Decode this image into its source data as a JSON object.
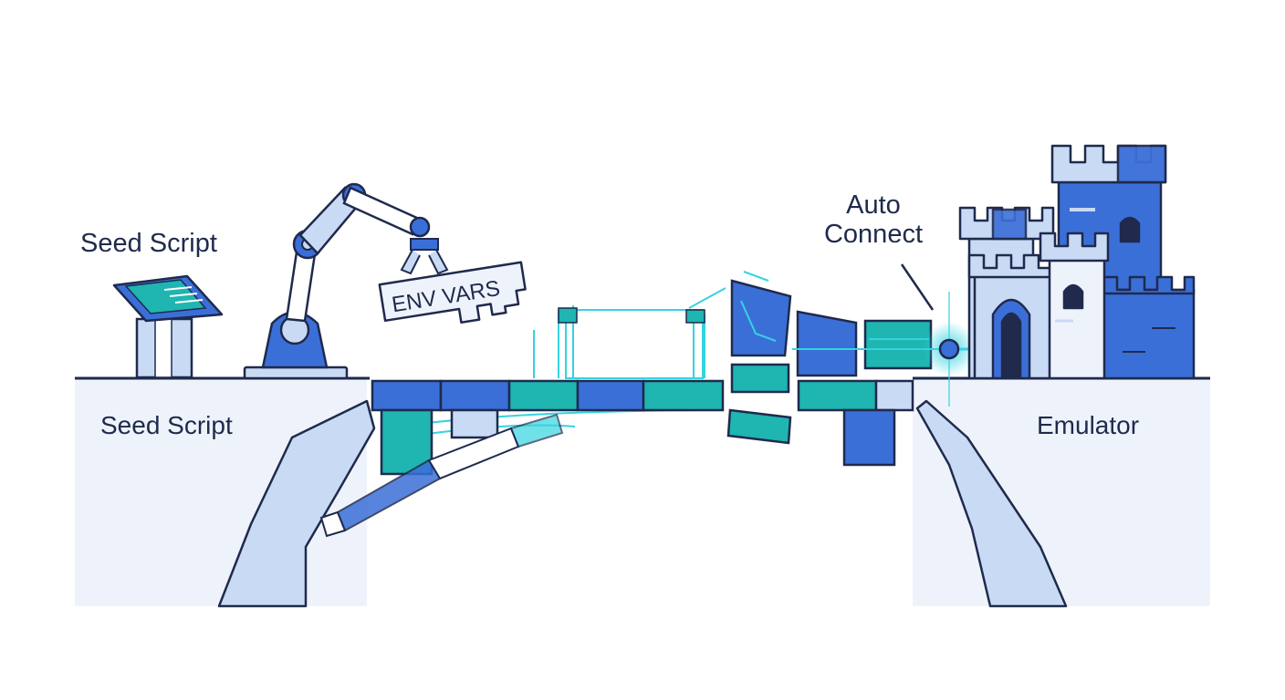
{
  "labels": {
    "seed_script_top": "Seed Script",
    "seed_script_cliff": "Seed Script",
    "emulator": "Emulator",
    "auto_connect_line1": "Auto",
    "auto_connect_line2": "Connect",
    "env_vars": "ENV VARS"
  },
  "colors": {
    "outline": "#1f2a4d",
    "blue": "#3b6fd8",
    "light_blue": "#c9daf5",
    "pale_blue": "#eef3fb",
    "teal": "#1fb5b0",
    "cyan_glow": "#35d3e0"
  }
}
